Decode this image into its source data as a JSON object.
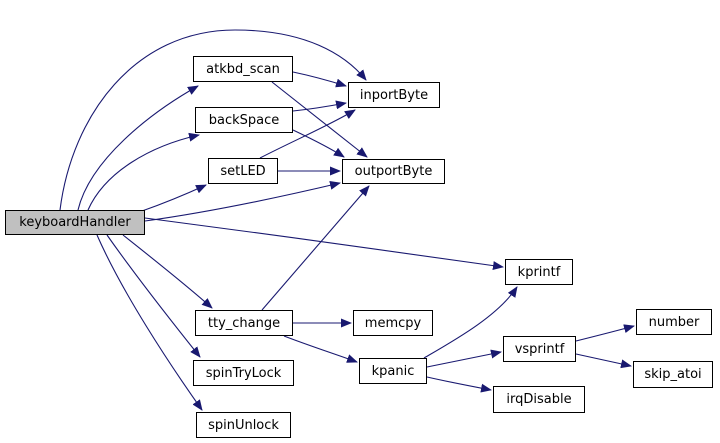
{
  "diagram": {
    "type": "call-graph",
    "root_function": "keyboardHandler",
    "colors": {
      "edge_color": "#191970",
      "node_border": "#000000",
      "node_fill": "#ffffff",
      "highlight_node_fill": "#c0c0c0",
      "background": "#ffffff",
      "text_color": "#000000"
    },
    "nodes": [
      {
        "id": "keyboardHandler",
        "label": "keyboardHandler",
        "highlight": true
      },
      {
        "id": "atkbd_scan",
        "label": "atkbd_scan"
      },
      {
        "id": "backSpace",
        "label": "backSpace"
      },
      {
        "id": "setLED",
        "label": "setLED"
      },
      {
        "id": "inportByte",
        "label": "inportByte"
      },
      {
        "id": "outportByte",
        "label": "outportByte"
      },
      {
        "id": "kprintf",
        "label": "kprintf"
      },
      {
        "id": "tty_change",
        "label": "tty_change"
      },
      {
        "id": "memcpy",
        "label": "memcpy"
      },
      {
        "id": "spinTryLock",
        "label": "spinTryLock"
      },
      {
        "id": "spinUnlock",
        "label": "spinUnlock"
      },
      {
        "id": "kpanic",
        "label": "kpanic"
      },
      {
        "id": "vsprintf",
        "label": "vsprintf"
      },
      {
        "id": "irqDisable",
        "label": "irqDisable"
      },
      {
        "id": "number",
        "label": "number"
      },
      {
        "id": "skip_atoi",
        "label": "skip_atoi"
      }
    ],
    "edges": [
      {
        "from": "keyboardHandler",
        "to": "atkbd_scan"
      },
      {
        "from": "keyboardHandler",
        "to": "backSpace"
      },
      {
        "from": "keyboardHandler",
        "to": "setLED"
      },
      {
        "from": "keyboardHandler",
        "to": "inportByte"
      },
      {
        "from": "keyboardHandler",
        "to": "outportByte"
      },
      {
        "from": "keyboardHandler",
        "to": "kprintf"
      },
      {
        "from": "keyboardHandler",
        "to": "tty_change"
      },
      {
        "from": "keyboardHandler",
        "to": "spinTryLock"
      },
      {
        "from": "keyboardHandler",
        "to": "spinUnlock"
      },
      {
        "from": "atkbd_scan",
        "to": "inportByte"
      },
      {
        "from": "atkbd_scan",
        "to": "outportByte"
      },
      {
        "from": "backSpace",
        "to": "inportByte"
      },
      {
        "from": "backSpace",
        "to": "outportByte"
      },
      {
        "from": "setLED",
        "to": "inportByte"
      },
      {
        "from": "setLED",
        "to": "outportByte"
      },
      {
        "from": "tty_change",
        "to": "memcpy"
      },
      {
        "from": "tty_change",
        "to": "kpanic"
      },
      {
        "from": "tty_change",
        "to": "outportByte"
      },
      {
        "from": "kpanic",
        "to": "kprintf"
      },
      {
        "from": "kpanic",
        "to": "vsprintf"
      },
      {
        "from": "kpanic",
        "to": "irqDisable"
      },
      {
        "from": "vsprintf",
        "to": "number"
      },
      {
        "from": "vsprintf",
        "to": "skip_atoi"
      }
    ]
  }
}
